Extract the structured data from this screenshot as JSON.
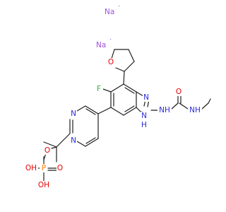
{
  "molecule": {
    "counterions": [
      {
        "symbol": "Na",
        "radical": "˙"
      },
      {
        "symbol": "Na",
        "radical": "˙"
      }
    ],
    "atom_labels": {
      "fluorine": "F",
      "thf_oxygen": "O",
      "carbonyl_oxygen": "O",
      "urea_nh_left": "NH",
      "urea_nh_right": "NH",
      "imidazole_n": "N",
      "imidazole_nh_n": "N",
      "imidazole_nh_h": "H",
      "pyrimidine_n_upper": "N",
      "pyrimidine_n_lower": "N",
      "phosphate_ester_o": "O",
      "phosphorus": "P",
      "phosphoryl_o": "O",
      "phosphate_oh_left": "OH",
      "phosphate_oh_bottom": "OH"
    },
    "colors": {
      "N": "#2b2bd8",
      "O": "#e30000",
      "P": "#ff8000",
      "F": "#33b33a",
      "Na": "#a050e0",
      "bond": "#1e1e1e"
    }
  }
}
